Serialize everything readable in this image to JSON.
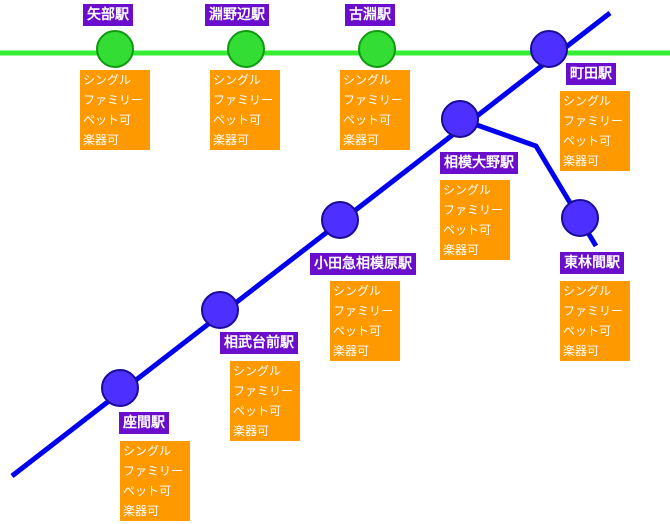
{
  "colors": {
    "line_odakyu_sagamihara": "#0000ee",
    "line_odakyu_odawara": "#33ee33",
    "station_node_blue": "#4d2fff",
    "station_node_green": "#33dd33",
    "label_bg": "#6a0dcc",
    "tag_bg": "#ff9900"
  },
  "stations": [
    {
      "id": "yabe",
      "name": "矢部駅",
      "line": "green",
      "tags": [
        "シングル",
        "ファミリー",
        "ペット可",
        "楽器可"
      ]
    },
    {
      "id": "fuchinobe",
      "name": "淵野辺駅",
      "line": "green",
      "tags": [
        "シングル",
        "ファミリー",
        "ペット可",
        "楽器可"
      ]
    },
    {
      "id": "kobuchi",
      "name": "古淵駅",
      "line": "green",
      "tags": [
        "シングル",
        "ファミリー",
        "ペット可",
        "楽器可"
      ]
    },
    {
      "id": "machida",
      "name": "町田駅",
      "line": "blue",
      "tags": [
        "シングル",
        "ファミリー",
        "ペット可",
        "楽器可"
      ]
    },
    {
      "id": "sagamiono",
      "name": "相模大野駅",
      "line": "blue",
      "tags": [
        "シングル",
        "ファミリー",
        "ペット可",
        "楽器可"
      ]
    },
    {
      "id": "higashirinkan",
      "name": "東林間駅",
      "line": "blue",
      "tags": [
        "シングル",
        "ファミリー",
        "ペット可",
        "楽器可"
      ]
    },
    {
      "id": "sagamihara",
      "name": "小田急相模原駅",
      "line": "blue",
      "tags": [
        "シングル",
        "ファミリー",
        "ペット可",
        "楽器可"
      ]
    },
    {
      "id": "sobudai",
      "name": "相武台前駅",
      "line": "blue",
      "tags": [
        "シングル",
        "ファミリー",
        "ペット可",
        "楽器可"
      ]
    },
    {
      "id": "zama",
      "name": "座間駅",
      "line": "blue",
      "tags": [
        "シングル",
        "ファミリー",
        "ペット可",
        "楽器可"
      ]
    }
  ]
}
